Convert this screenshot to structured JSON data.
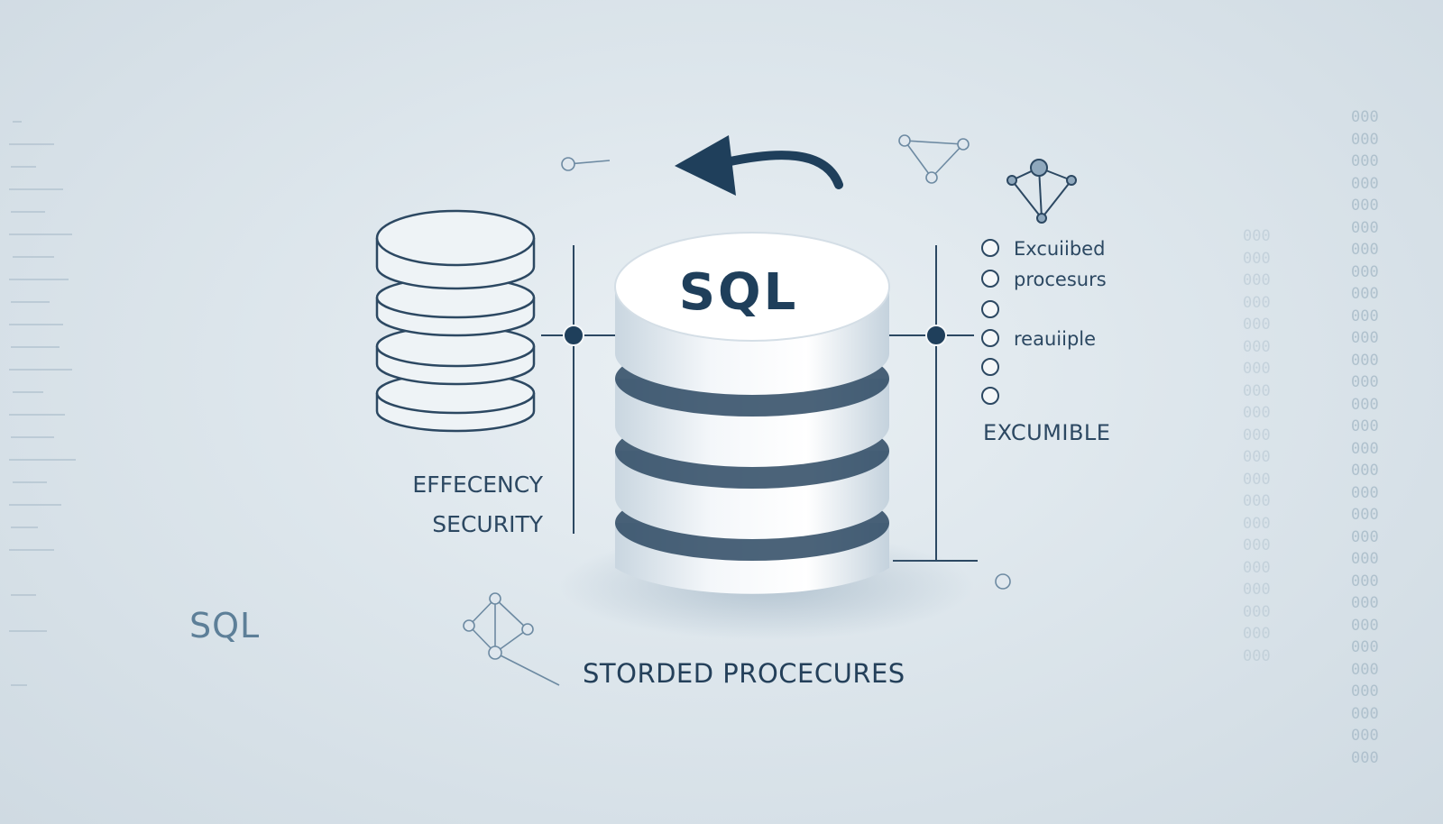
{
  "illustration": {
    "database_label": "SQL",
    "corner_label": "SQL",
    "caption": "STORDED PROCECURES",
    "side_labels": [
      "EFFECENCY",
      "SECURITY"
    ],
    "list_items": [
      "Excuiibed",
      "procesurs",
      "",
      "reauiiple",
      "",
      ""
    ],
    "list_footer": "EXCUMIBLE",
    "code_digits": [
      "000",
      "000",
      "000",
      "000",
      "000",
      "000",
      "000",
      "000",
      "000",
      "000",
      "000",
      "000",
      "000",
      "000",
      "000",
      "000",
      "000",
      "000",
      "000",
      "000",
      "000",
      "000",
      "000",
      "000",
      "000",
      "000",
      "000",
      "000",
      "000",
      "000"
    ],
    "colors": {
      "accent": "#1f3f5b",
      "line": "#2c4862",
      "background": "#dde6ec",
      "disk": "#f6f8fa"
    }
  }
}
